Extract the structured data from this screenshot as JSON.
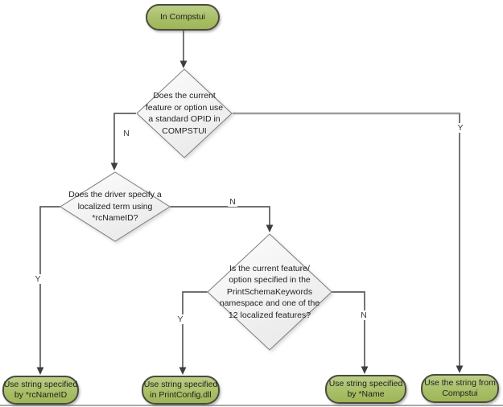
{
  "colors": {
    "terminal_fill_top": "#bbce86",
    "terminal_fill_mid": "#a9bf68",
    "terminal_fill_bottom": "#9eb656",
    "terminal_border": "#4b4b40",
    "decision_fill": "#fdfdfd",
    "decision_fill_shade": "#eaeaea",
    "decision_border": "#7c7c7c",
    "connector": "#5d5d5d",
    "connector_light": "#9e9e9e",
    "arrowhead": "#3e3e3e",
    "text": "#1f1f1f"
  },
  "nodes": {
    "start": {
      "label": "In Compstui",
      "lines": [
        "In Compstui"
      ]
    },
    "decision_opid": {
      "label": "Does the current feature or option use a standard OPID in COMPSTUI",
      "lines": [
        "Does the current",
        "feature or option use",
        "a standard OPID in",
        "COMPSTUI"
      ]
    },
    "decision_rcnameid": {
      "label": "Does the driver specify a localized term using *rcNameID?",
      "lines": [
        "Does the driver specify a",
        "localized term using",
        "*rcNameID?"
      ]
    },
    "decision_schema": {
      "label": "Is the current feature/ option specified in the PrintSchemaKeywords namespace and one of the 12 localized features?",
      "lines": [
        "Is the current feature/",
        "option specified in the",
        "PrintSchemaKeywords",
        "namespace and one of the",
        "12 localized features?"
      ]
    },
    "result_rcnameid": {
      "label": "Use string specified by *rcNameID",
      "lines": [
        "Use string specified",
        "by *rcNameID"
      ]
    },
    "result_printconfig": {
      "label": "Use string specified in PrintConfig.dll",
      "lines": [
        "Use string specified",
        "in PrintConfig.dll"
      ]
    },
    "result_name": {
      "label": "Use string specified by *Name",
      "lines": [
        "Use string specified",
        "by *Name"
      ]
    },
    "result_compstui": {
      "label": "Use the string from Compstui",
      "lines": [
        "Use the string from",
        "Compstui"
      ]
    }
  },
  "edges": [
    {
      "from": "start",
      "to": "decision_opid",
      "label": ""
    },
    {
      "from": "decision_opid",
      "to": "decision_rcnameid",
      "label": "N"
    },
    {
      "from": "decision_opid",
      "to": "result_compstui",
      "label": "Y"
    },
    {
      "from": "decision_rcnameid",
      "to": "result_rcnameid",
      "label": "Y"
    },
    {
      "from": "decision_rcnameid",
      "to": "decision_schema",
      "label": "N"
    },
    {
      "from": "decision_schema",
      "to": "result_printconfig",
      "label": "Y"
    },
    {
      "from": "decision_schema",
      "to": "result_name",
      "label": "N"
    }
  ]
}
